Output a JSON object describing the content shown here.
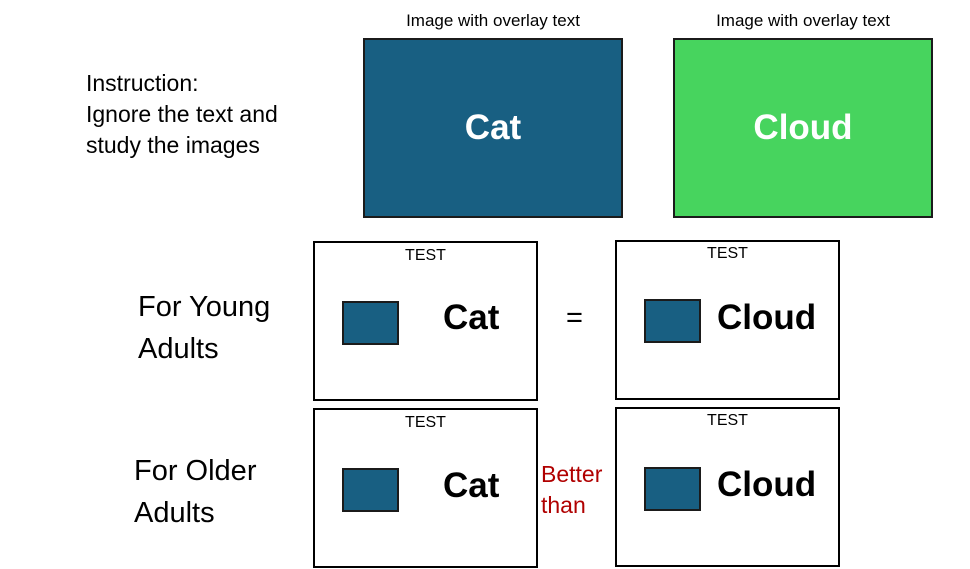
{
  "instruction": {
    "line1": "Instruction:",
    "line2": "Ignore the text and",
    "line3": "study the images"
  },
  "top_images": [
    {
      "caption": "Image with overlay text",
      "word": "Cat",
      "color": "#185f82"
    },
    {
      "caption": "Image with overlay text",
      "word": "Cloud",
      "color": "#47d45e"
    }
  ],
  "groups": [
    {
      "label_line1": "For Young",
      "label_line2": "Adults",
      "left_card": {
        "title": "TEST",
        "word": "Cat"
      },
      "comparison": {
        "line1": "=",
        "line2": ""
      },
      "right_card": {
        "title": "TEST",
        "word": "Cloud"
      }
    },
    {
      "label_line1": "For Older",
      "label_line2": "Adults",
      "left_card": {
        "title": "TEST",
        "word": "Cat"
      },
      "comparison": {
        "line1": "Better",
        "line2": "than"
      },
      "right_card": {
        "title": "TEST",
        "word": "Cloud"
      }
    }
  ],
  "colors": {
    "thumb_fill": "#185f82",
    "comparison_red": "#b00000"
  }
}
